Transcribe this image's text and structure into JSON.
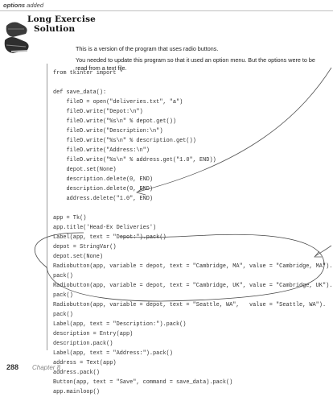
{
  "header": {
    "section_bold": "options",
    "section_rest": " added"
  },
  "title": {
    "line1": "Long Exercise",
    "line2": "Solution"
  },
  "intro": {
    "p1": "This is a version of the program that uses radio buttons.",
    "p2": "You needed to update this program so that it used an option menu. But the options were to be read from a text file."
  },
  "code_lines": [
    "from tkinter import *",
    "",
    "def save_data():",
    "    fileD = open(\"deliveries.txt\", \"a\")",
    "    fileD.write(\"Depot:\\n\")",
    "    fileD.write(\"%s\\n\" % depot.get())",
    "    fileD.write(\"Description:\\n\")",
    "    fileD.write(\"%s\\n\" % description.get())",
    "    fileD.write(\"Address:\\n\")",
    "    fileD.write(\"%s\\n\" % address.get(\"1.0\", END))",
    "    depot.set(None)",
    "    description.delete(0, END)",
    "    description.delete(0, END)",
    "    address.delete(\"1.0\", END)",
    "",
    "app = Tk()",
    "app.title('Head-Ex Deliveries')",
    "Label(app, text = \"Depot:\").pack()",
    "depot = StringVar()",
    "depot.set(None)",
    "Radiobutton(app, variable = depot, text = \"Cambridge, MA\", value = \"Cambridge, MA\").",
    "pack()",
    "Radiobutton(app, variable = depot, text = \"Cambridge, UK\", value = \"Cambridge, UK\").",
    "pack()",
    "Radiobutton(app, variable = depot, text = \"Seattle, WA\",   value = \"Seattle, WA\").",
    "pack()",
    "Label(app, text = \"Description:\").pack()",
    "description = Entry(app)",
    "description.pack()",
    "Label(app, text = \"Address:\").pack()",
    "address = Text(app)",
    "address.pack()",
    "Button(app, text = \"Save\", command = save_data).pack()",
    "app.mainloop()"
  ],
  "footer": {
    "page_number": "288",
    "chapter": "Chapter 8"
  }
}
